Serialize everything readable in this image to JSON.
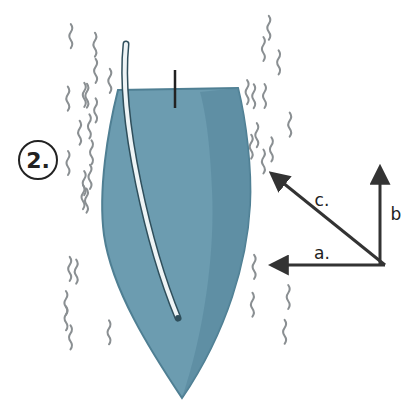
{
  "diagram": {
    "nodes": [
      {
        "text": [
          "2."
        ]
      }
    ],
    "labels": [
      "c.",
      "b",
      "a."
    ]
  }
}
